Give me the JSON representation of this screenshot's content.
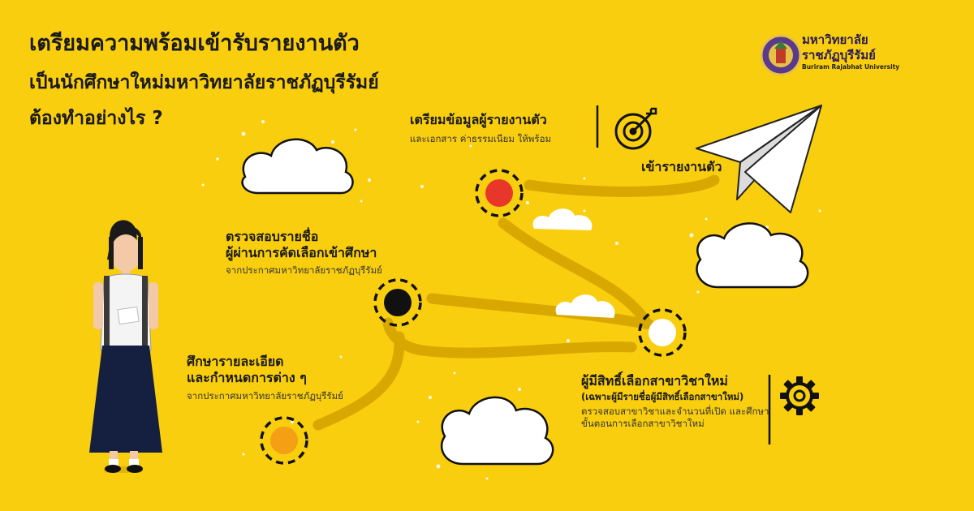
{
  "headline": {
    "line1": "เตรียมความพร้อมเข้ารับรายงานตัว",
    "line2": "เป็นนักศึกษาใหม่มหาวิทยาลัยราชภัฏบุรีรัมย์",
    "line3": "ต้องทำอย่างไร ?"
  },
  "logo": {
    "name_line1": "มหาวิทยาลัย",
    "name_line2": "ราชภัฏบุรีรัมย์",
    "name_en": "Buriram Rajabhat University"
  },
  "steps": {
    "study": {
      "title_line1": "ศึกษารายละเอียด",
      "title_line2": "และกำหนดการต่าง ๆ",
      "desc": "จากประกาศมหาวิทยาลัยราชภัฏบุรีรัมย์",
      "color": "#F5A014"
    },
    "check": {
      "title_line1": "ตรวจสอบรายชื่อ",
      "title_line2": "ผู้ผ่านการคัดเลือกเข้าศึกษา",
      "desc": "จากประกาศมหาวิทยาลัยราชภัฏบุรีรัมย์",
      "color": "#111111"
    },
    "major": {
      "title": "ผู้มีสิทธิ์เลือกสาขาวิชาใหม่",
      "subtitle": "(เฉพาะผู้มีรายชื่อผู้มีสิทธิ์เลือกสาขาใหม่)",
      "desc_line1": "ตรวจสอบสาขาวิชาและจำนวนที่เปิด และศึกษา",
      "desc_line2": "ขั้นตอนการเลือกสาขาวิชาใหม่",
      "color": "#FFFFFF"
    },
    "prepare": {
      "title": "เตรียมข้อมูลผู้รายงานตัว",
      "desc": "และเอกสาร ค่าธรรมเนียม ให้พร้อม",
      "color": "#E8362A"
    },
    "report": {
      "title": "เข้ารายงานตัว"
    }
  },
  "colors": {
    "background": "#F9CE0E",
    "path": "#D9A800",
    "cloud": "#FFFFFF"
  },
  "icons": [
    "target-icon",
    "gear-icon",
    "paper-plane-icon",
    "university-seal-icon"
  ]
}
